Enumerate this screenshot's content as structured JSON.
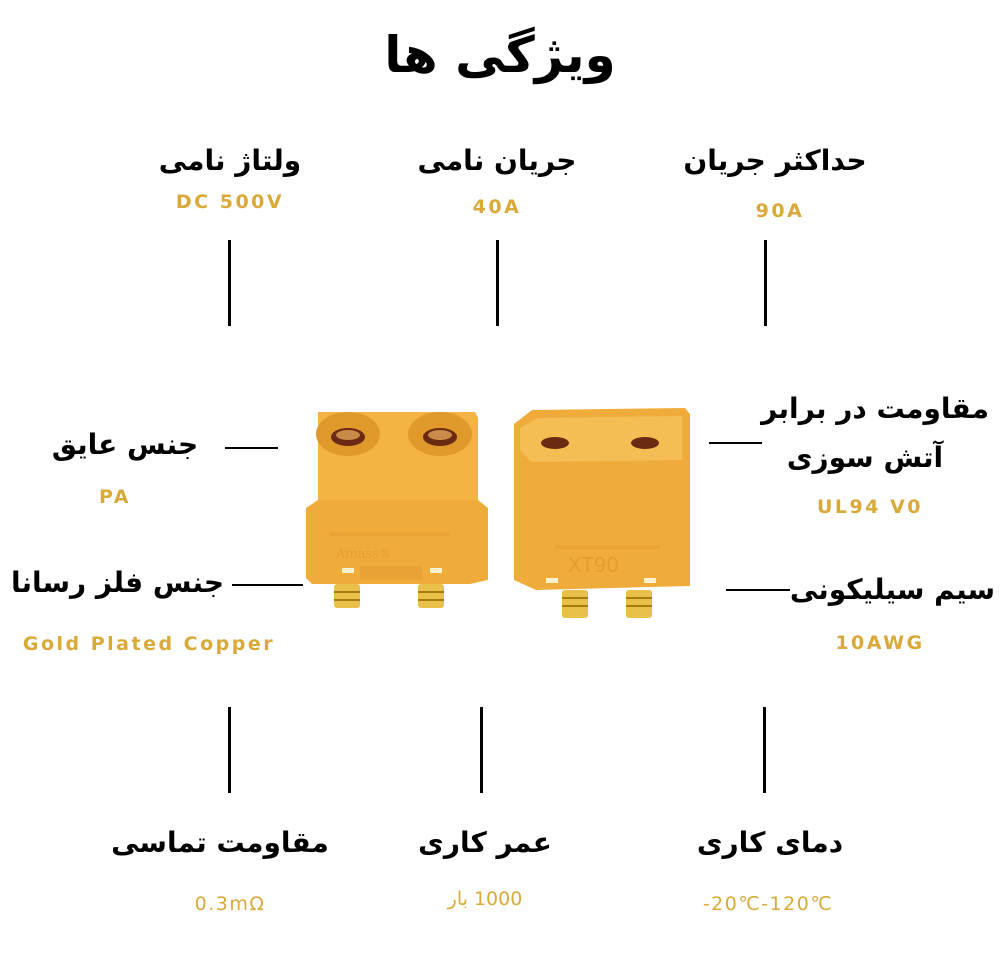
{
  "title": "ویژگی ها",
  "accent_color": "#d9a93a",
  "specs": {
    "rated_voltage": {
      "label": "ولتاژ نامی",
      "value": "DC 500V"
    },
    "rated_current": {
      "label": "جریان نامی",
      "value": "40A"
    },
    "max_current": {
      "label": "حداکثر جریان",
      "value": "90A"
    },
    "insulator_material": {
      "label": "جنس عایق",
      "value": "PA"
    },
    "conductor_material": {
      "label": "جنس فلز رسانا",
      "value": "Gold Plated Copper"
    },
    "fire_resistance": {
      "label_line1": "مقاومت در برابر",
      "label_line2": "آتش سوزی",
      "value": "UL94 V0"
    },
    "silicone_wire": {
      "label": "سیم سیلیکونی",
      "value": "10AWG"
    },
    "contact_resistance": {
      "label": "مقاومت تماسی",
      "value": "0.3mΩ"
    },
    "service_life": {
      "label": "عمر کاری",
      "value": "1000 بار"
    },
    "operating_temp": {
      "label": "دمای کاری",
      "value": "-20℃-120℃"
    }
  },
  "product": {
    "female_brand": "Amass®",
    "male_model": "XT90"
  }
}
